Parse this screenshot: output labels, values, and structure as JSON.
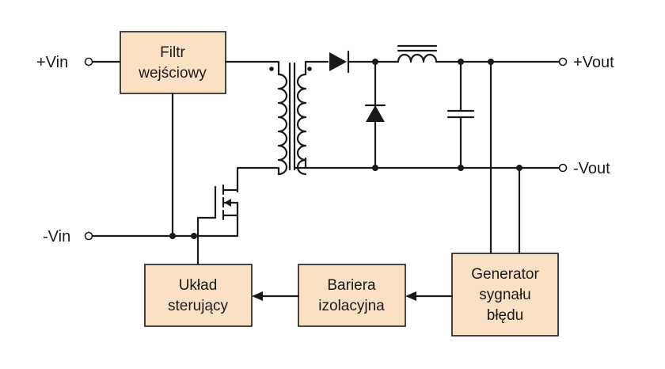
{
  "terminals": {
    "vin_plus": "+Vin",
    "vin_minus": "-Vin",
    "vout_plus": "+Vout",
    "vout_minus": "-Vout"
  },
  "blocks": {
    "input_filter": [
      "Filtr",
      "wejściowy"
    ],
    "control_circuit": [
      "Układ",
      "sterujący"
    ],
    "isolation_barrier": [
      "Bariera",
      "izolacyjna"
    ],
    "error_signal_generator": [
      "Generator",
      "sygnału",
      "błędu"
    ]
  },
  "colors": {
    "block_fill": "#fbe1c4",
    "line": "#1a1a1a",
    "background": "#ffffff"
  }
}
